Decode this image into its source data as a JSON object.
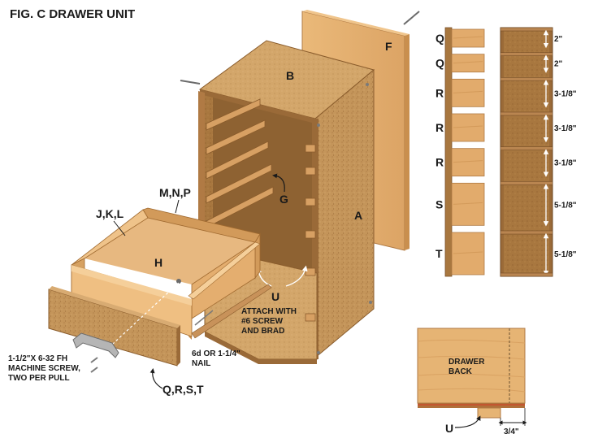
{
  "title": "FIG. C  DRAWER UNIT",
  "colors": {
    "particleboard": "#c4955a",
    "particleboard_dark": "#9a6a38",
    "plywood": "#e9b878",
    "plywood_dark": "#c98f4e",
    "shelf_edge": "#b07a44",
    "text": "#1a1a1a",
    "dim_arrow": "#ffffff"
  },
  "part_labels": {
    "A": "A",
    "B": "B",
    "F": "F",
    "G": "G",
    "H": "H",
    "U": "U",
    "JKL": "J,K,L",
    "MNP": "M,N,P",
    "QRST": "Q,R,S,T"
  },
  "notes": {
    "attach_line1": "ATTACH WITH",
    "attach_line2": "#6 SCREW",
    "attach_line3": "AND BRAD",
    "nail_line1": "6d OR 1-1/4\"",
    "nail_line2": "NAIL",
    "screw_line1": "1-1/2\"X 6-32 FH",
    "screw_line2": "MACHINE SCREW,",
    "screw_line3": "TWO PER PULL"
  },
  "fronts": [
    {
      "letter": "Q"
    },
    {
      "letter": "Q"
    },
    {
      "letter": "R"
    },
    {
      "letter": "R"
    },
    {
      "letter": "R"
    },
    {
      "letter": "S"
    },
    {
      "letter": "T"
    }
  ],
  "spacings": [
    {
      "label": "2\""
    },
    {
      "label": "2\""
    },
    {
      "label": "3-1/8\""
    },
    {
      "label": "3-1/8\""
    },
    {
      "label": "3-1/8\""
    },
    {
      "label": "5-1/8\""
    },
    {
      "label": "5-1/8\""
    }
  ],
  "detail": {
    "back_line1": "DRAWER",
    "back_line2": "BACK",
    "u_label": "U",
    "dim": "3/4\""
  }
}
